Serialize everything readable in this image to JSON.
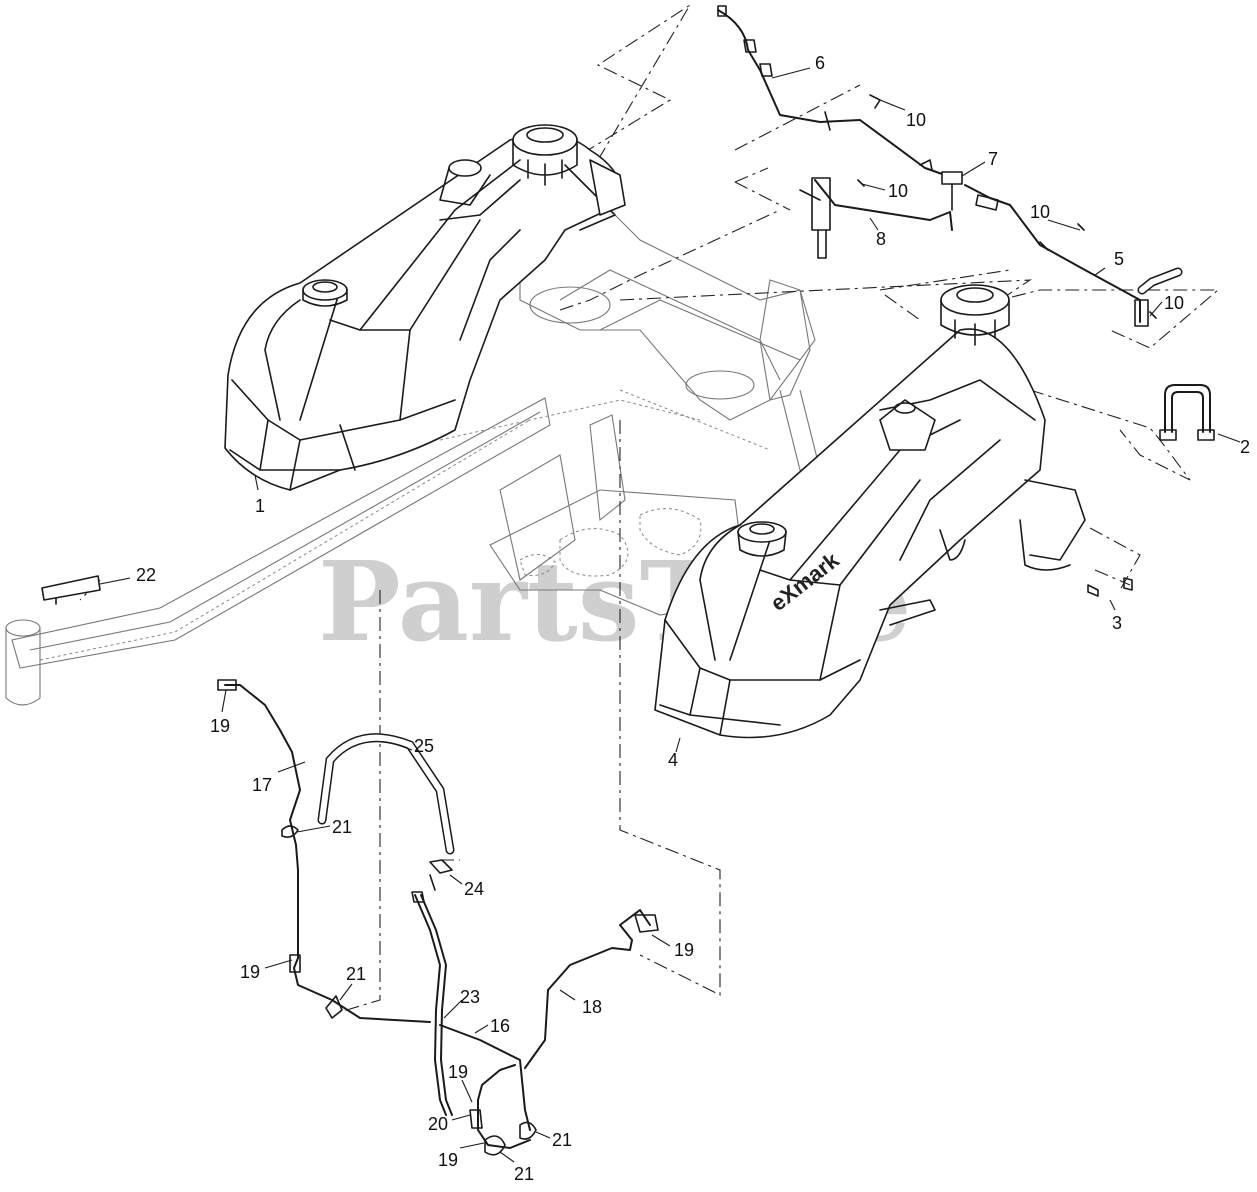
{
  "watermark": {
    "text": "PartsTree",
    "trademark": "™"
  },
  "brand_label": "eXmark",
  "callouts": [
    "1",
    "2",
    "3",
    "4",
    "5",
    "6",
    "7",
    "8",
    "10",
    "10",
    "10",
    "10",
    "16",
    "17",
    "18",
    "19",
    "19",
    "19",
    "19",
    "19",
    "20",
    "21",
    "21",
    "21",
    "21",
    "22",
    "23",
    "24",
    "25"
  ]
}
